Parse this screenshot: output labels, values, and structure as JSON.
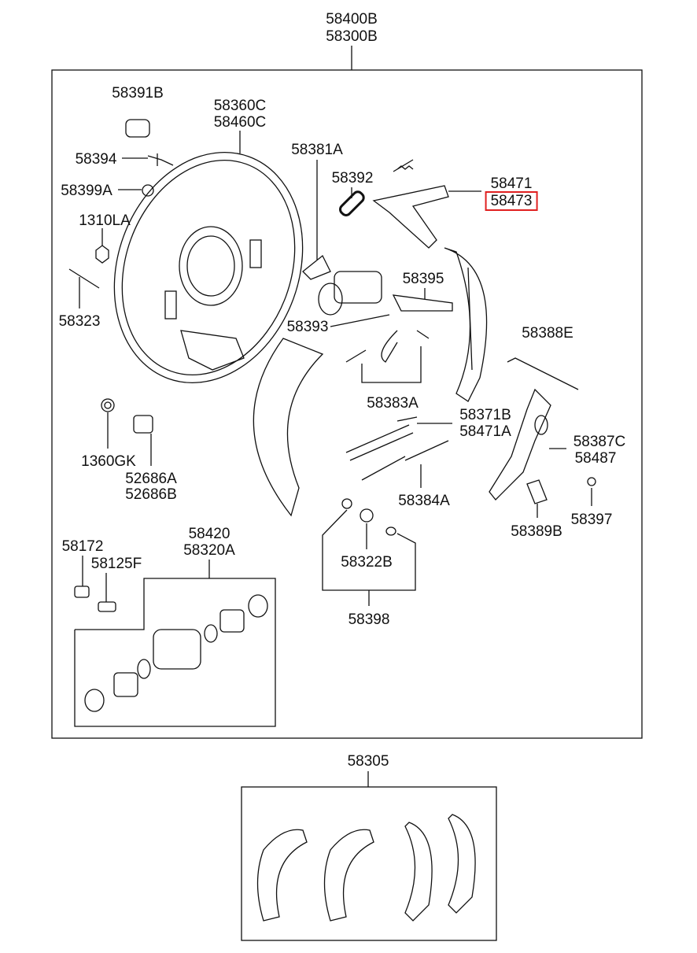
{
  "diagram": {
    "assembly_labels": [
      "58400B",
      "58300B"
    ],
    "parts": {
      "p58391B": "58391B",
      "p58360C": "58360C",
      "p58460C": "58460C",
      "p58394": "58394",
      "p58399A": "58399A",
      "p1310LA": "1310LA",
      "p58323": "58323",
      "p58381A": "58381A",
      "p58392": "58392",
      "p58471": "58471",
      "p58473": "58473",
      "p58395": "58395",
      "p58393": "58393",
      "p58388E": "58388E",
      "p58383A": "58383A",
      "p58371B": "58371B",
      "p58471A": "58471A",
      "p58387C": "58387C",
      "p58487": "58487",
      "p58384A": "58384A",
      "p1360GK": "1360GK",
      "p52686A": "52686A",
      "p52686B": "52686B",
      "p58389B": "58389B",
      "p58397": "58397",
      "p58172": "58172",
      "p58125F": "58125F",
      "p58420": "58420",
      "p58320A": "58320A",
      "p58322B": "58322B",
      "p58398": "58398",
      "p58305": "58305"
    },
    "highlighted_part": "58473",
    "highlight_color": "#e02020"
  }
}
